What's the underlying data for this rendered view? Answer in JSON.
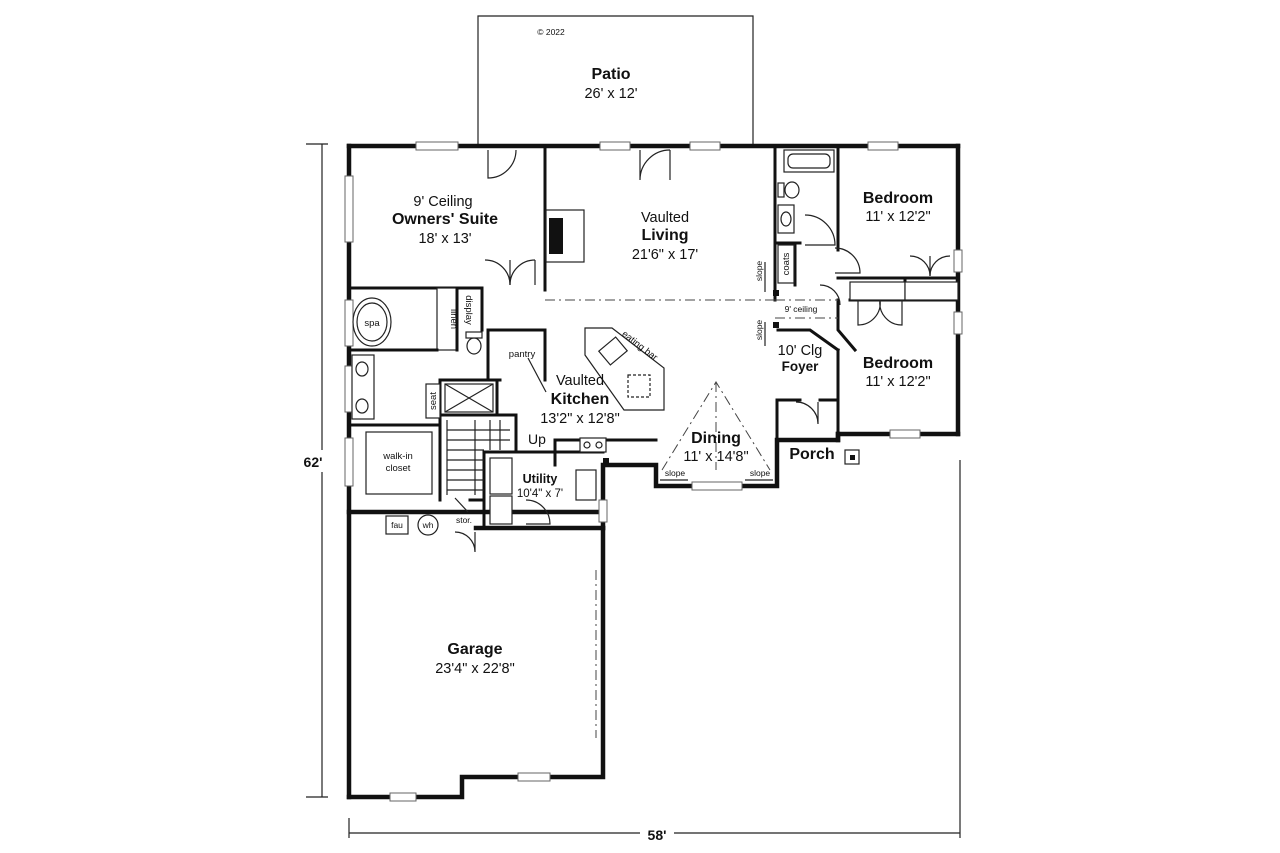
{
  "copyright": "© 2022",
  "overall": {
    "width": "58'",
    "depth": "62'"
  },
  "rooms": {
    "patio": {
      "name": "Patio",
      "size": "26' x 12'"
    },
    "owners_suite": {
      "note": "9' Ceiling",
      "name": "Owners' Suite",
      "size": "18' x 13'"
    },
    "living": {
      "note": "Vaulted",
      "name": "Living",
      "size": "21'6\" x 17'"
    },
    "bedroom1": {
      "name": "Bedroom",
      "size": "11' x 12'2\""
    },
    "bedroom2": {
      "name": "Bedroom",
      "size": "11' x 12'2\""
    },
    "kitchen": {
      "note": "Vaulted",
      "name": "Kitchen",
      "size": "13'2\" x 12'8\""
    },
    "dining": {
      "name": "Dining",
      "size": "11' x 14'8\""
    },
    "foyer": {
      "note": "10' Clg",
      "name": "Foyer"
    },
    "porch": {
      "name": "Porch"
    },
    "utility": {
      "name": "Utility",
      "size": "10'4\" x 7'"
    },
    "garage": {
      "name": "Garage",
      "size": "23'4\" x 22'8\""
    }
  },
  "labels": {
    "linen": "linen",
    "display": "display",
    "spa": "spa",
    "seat": "seat",
    "walkin": [
      "walk-in",
      "closet"
    ],
    "pantry": "pantry",
    "eating_bar": "eating bar",
    "coats": "coats",
    "slope": "slope",
    "hall_ceiling": "9' ceiling",
    "up": "Up",
    "fau": "fau",
    "wh": "wh",
    "stor": "stor."
  }
}
